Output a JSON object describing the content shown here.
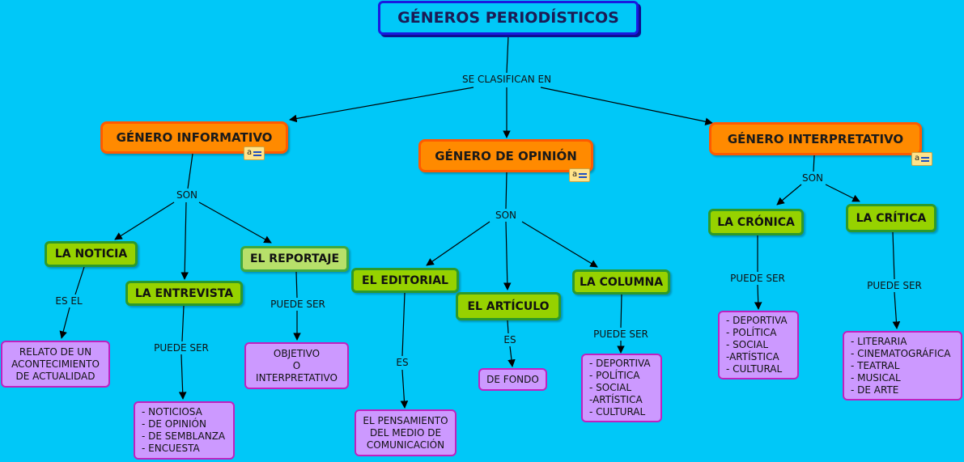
{
  "title": "GÉNEROS PERIODÍSTICOS",
  "top_link": "SE CLASIFICAN EN",
  "informativo": {
    "label": "GÉNERO INFORMATIVO",
    "link": "SON",
    "noticia": {
      "label": "LA NOTICIA",
      "link": "ES EL",
      "detail": "RELATO DE UN\nACONTECIMIENTO\nDE ACTUALIDAD"
    },
    "entrevista": {
      "label": "LA ENTREVISTA",
      "link": "PUEDE SER",
      "detail": "- NOTICIOSA\n- DE OPINIÓN\n- DE SEMBLANZA\n- ENCUESTA"
    },
    "reportaje": {
      "label": "EL REPORTAJE",
      "link": "PUEDE SER",
      "detail": "OBJETIVO\nO\nINTERPRETATIVO"
    }
  },
  "opinion": {
    "label": "GÉNERO DE OPINIÓN",
    "link": "SON",
    "editorial": {
      "label": "EL EDITORIAL",
      "link": "ES",
      "detail": "EL PENSAMIENTO\nDEL MEDIO DE\nCOMUNICACIÓN"
    },
    "articulo": {
      "label": "EL ARTÍCULO",
      "link": "ES",
      "detail": "DE FONDO"
    },
    "columna": {
      "label": "LA COLUMNA",
      "link": "PUEDE SER",
      "detail": "- DEPORTIVA\n- POLÍTICA\n- SOCIAL\n-ARTÍSTICA\n- CULTURAL"
    }
  },
  "interpretativo": {
    "label": "GÉNERO INTERPRETATIVO",
    "link": "SON",
    "cronica": {
      "label": "LA CRÓNICA",
      "link": "PUEDE SER",
      "detail": "- DEPORTIVA\n- POLÍTICA\n- SOCIAL\n-ARTÍSTICA\n- CULTURAL"
    },
    "critica": {
      "label": "LA CRÍTICA",
      "link": "PUEDE SER",
      "detail": "- LITERARIA\n- CINEMATOGRÁFICA\n- TEATRAL\n- MUSICAL\n- DE ARTE"
    }
  },
  "note_icon_text": "a",
  "colors": {
    "background": "#00c8f8",
    "orange": "#ff8a00",
    "green": "#96d200",
    "purple": "#cc99ff",
    "title_border": "#1a1ae0"
  }
}
